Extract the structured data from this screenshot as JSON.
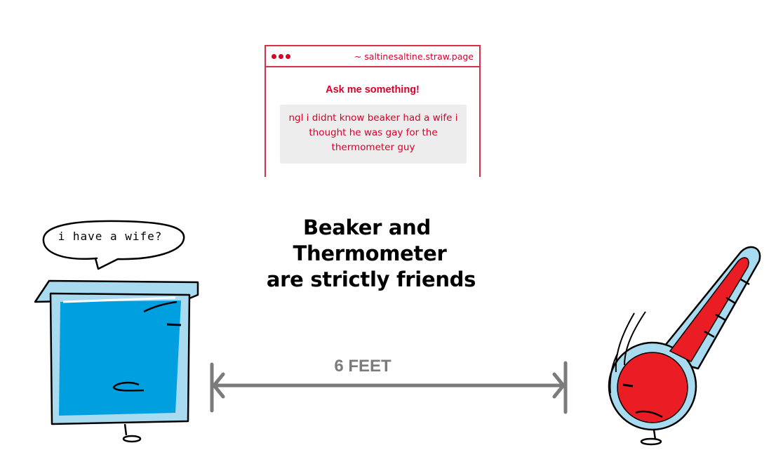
{
  "ask_card": {
    "url": "~ saltinesaltine.straw.page",
    "heading": "Ask me something!",
    "message_lines": [
      "ngl i didnt know beaker had a wife i",
      "thought he was gay for the",
      "thermometer guy"
    ],
    "accent_color": "#d9002a"
  },
  "speech_bubble": {
    "text": "i have a wife?"
  },
  "caption": {
    "lines": [
      "Beaker and",
      "Thermometer",
      "are strictly friends"
    ]
  },
  "distance": {
    "label": "6 FEET"
  },
  "characters": {
    "beaker": {
      "icon": "beaker-icon",
      "color": "#00a0e0"
    },
    "thermometer": {
      "icon": "thermometer-icon",
      "color": "#ea1c24"
    }
  }
}
